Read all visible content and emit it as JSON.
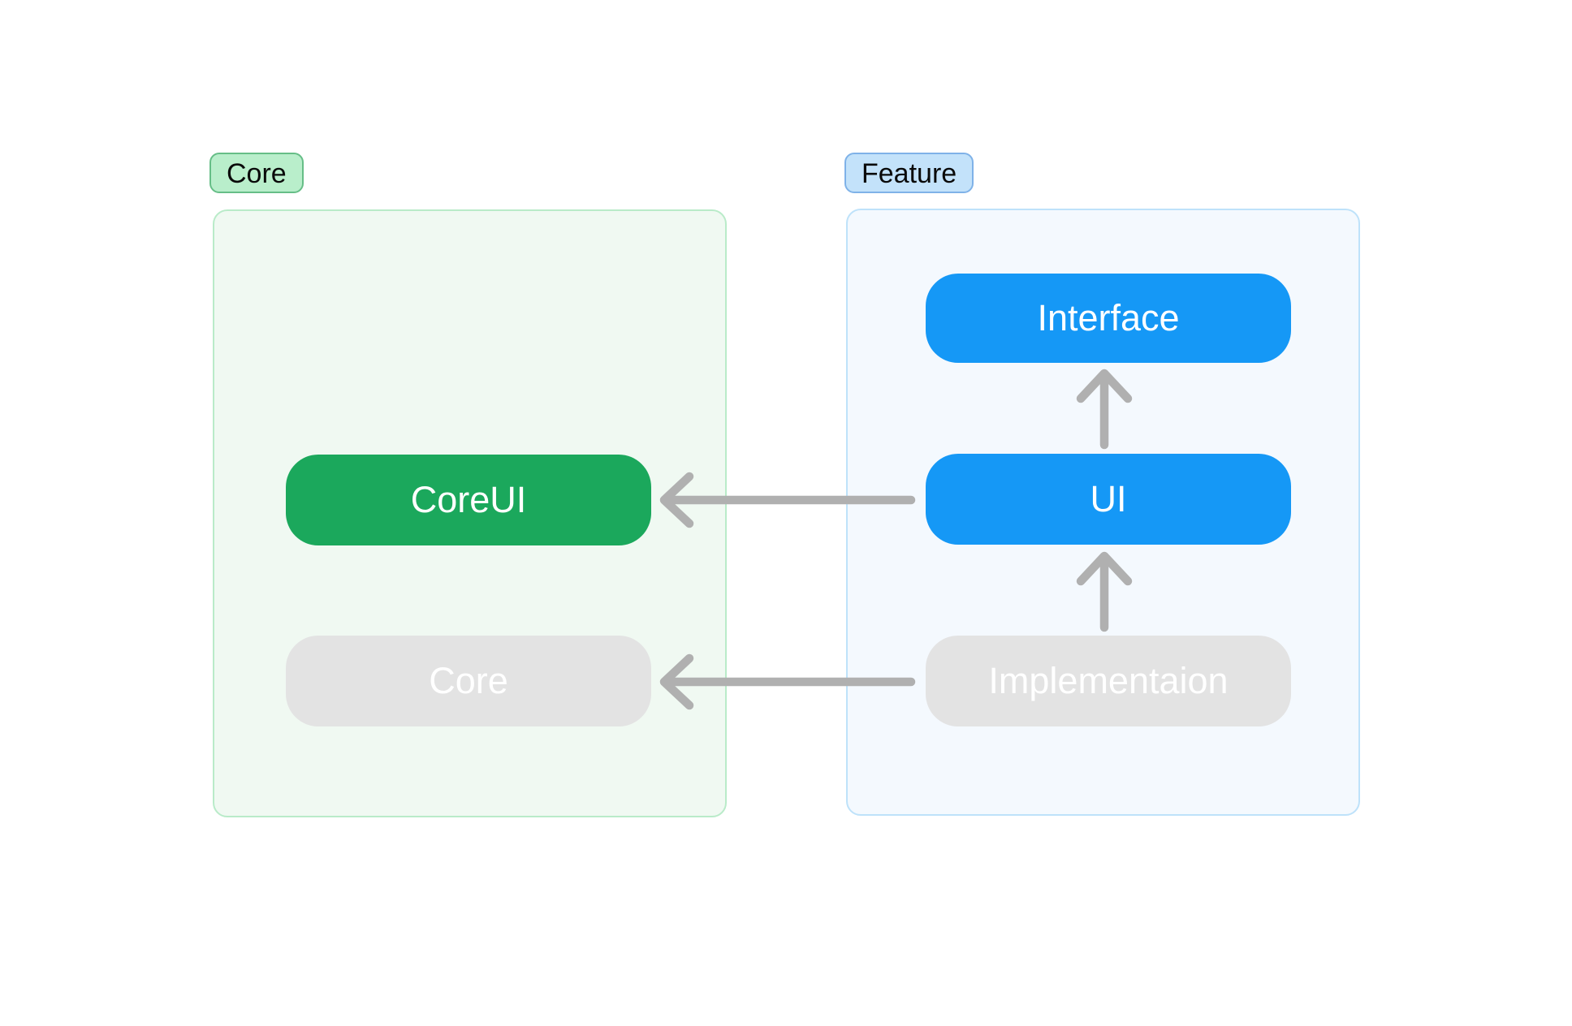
{
  "colors": {
    "page-bg": "#ffffff",
    "core-node": "#1ba85c",
    "feature-node": "#1598f6",
    "disabled-node": "#e3e3e3",
    "node-text": "#ffffff",
    "tag-text": "#0a0a0a",
    "arrow": "#b0b0b0",
    "core-group-bg": "#f0f9f2",
    "core-group-border": "#b9ebc9",
    "core-tag-bg": "#b9eecb",
    "core-tag-border": "#66be87",
    "feature-group-bg": "#f4f9fe",
    "feature-group-border": "#bee2fa",
    "feature-tag-bg": "#c3e2fa",
    "feature-tag-border": "#7fb2e8"
  },
  "core_group": {
    "tag": "Core",
    "nodes": {
      "coreui": "CoreUI",
      "core": "Core"
    }
  },
  "feature_group": {
    "tag": "Feature",
    "nodes": {
      "interface": "Interface",
      "ui": "UI",
      "implementation": "Implementaion"
    }
  }
}
